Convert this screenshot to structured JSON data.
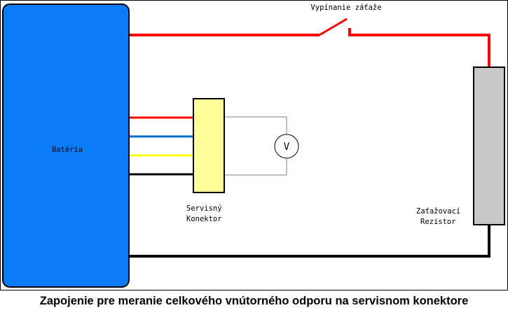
{
  "labels": {
    "battery": "Batéria",
    "switch": "Vypínanie záťaže",
    "connector_line1": "Servisný",
    "connector_line2": "Konektor",
    "resistor_line1": "Zaťažovací",
    "resistor_line2": "Rezistor",
    "voltmeter": "V"
  },
  "caption": "Zapojenie pre meranie celkového vnútorného odporu na servisnom konektore",
  "colors": {
    "battery": "#0a7cf5",
    "connector": "#ffff99",
    "resistor": "#c8c8c8",
    "wire_red": "#ff0000",
    "wire_blue": "#0070d0",
    "wire_yellow": "#ffff00",
    "wire_black": "#000000",
    "meter_lead": "#808080"
  }
}
